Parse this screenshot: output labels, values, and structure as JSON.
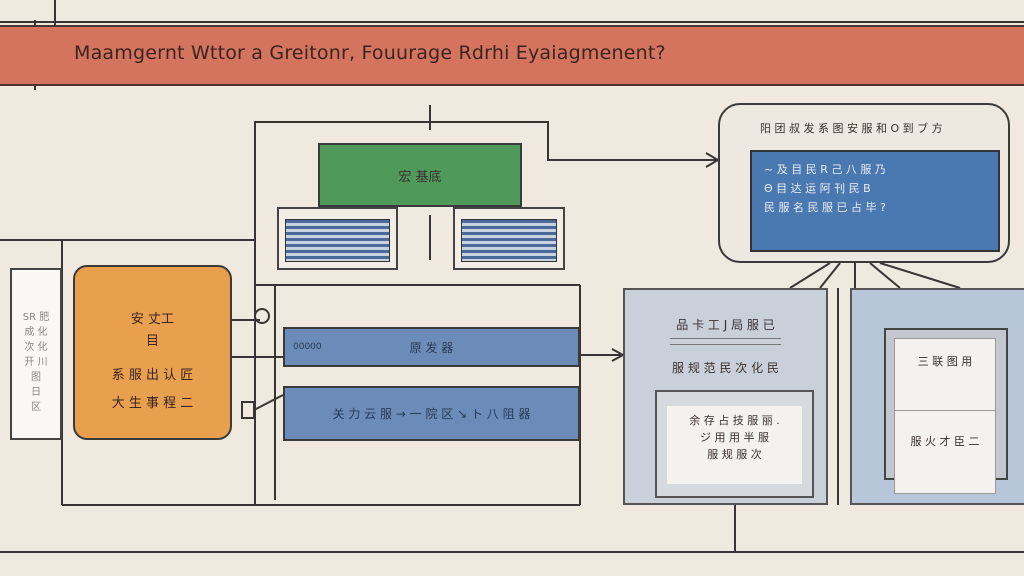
{
  "title": "Maamgernt Wttor a Greitonr, Fouurage Rdrhi Eyaiagmenent?",
  "green_box": {
    "label": "宏 基底"
  },
  "left_panel": {
    "lines": [
      "SR 肥",
      "成 化",
      "次 化",
      "开 川",
      "图",
      "日",
      "区"
    ]
  },
  "orange_box": {
    "lines": [
      "安 丈工",
      "目",
      "系 服 出 认 匠",
      "大 生 事 程 二"
    ]
  },
  "blue_bars": [
    {
      "prefix": "00000",
      "label": "原 发 器"
    },
    {
      "label": "关 力 云 服 → 一 院 区 ↘ ト 八 阻 器"
    }
  ],
  "monitor": {
    "title": "阳 团 叔 发 系 图 安 服 和 O 到 ブ 方",
    "screen_lines": [
      "~ 及 目 民 R 己 八 服 乃",
      "Θ 目 达 运 阿 刊 民 B",
      "民 服 名 民 服 已 占 毕 ?"
    ]
  },
  "gray_panel": {
    "title": "品 卡 工 J 局 服 已",
    "subtitle": "服 规 范 民 次 化 民",
    "inner_lines": [
      "余 存 占 技 服 丽 .",
      "ジ 用 用 半 服",
      "服 规 服 次"
    ]
  },
  "right_panel": {
    "cards": [
      "三 联 图 用",
      "服 火 才 臣 二"
    ]
  }
}
